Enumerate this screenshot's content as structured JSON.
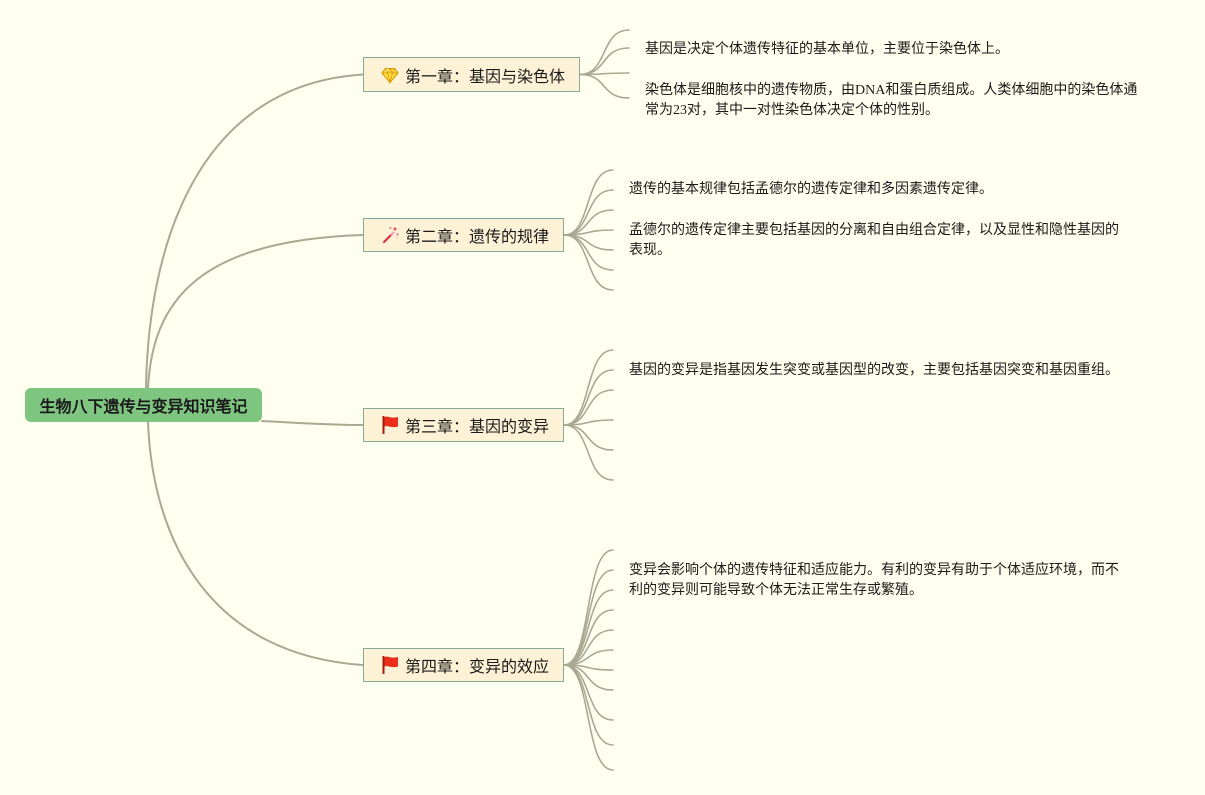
{
  "colors": {
    "background": "#fffff0",
    "root_fill": "#7ec580",
    "topic_fill": "#fdf2d5",
    "topic_border": "#86a99a",
    "connector": "#aaa893",
    "text": "#1a1a1a"
  },
  "root": {
    "label": "生物八下遗传与变异知识笔记"
  },
  "chapters": [
    {
      "label": "第一章：基因与染色体",
      "icon": "gem-icon",
      "notes": [
        "基因是决定个体遗传特征的基本单位，主要位于染色体上。",
        "染色体是细胞核中的遗传物质，由DNA和蛋白质组成。人类体细胞中的染色体通常为23对，其中一对性染色体决定个体的性别。"
      ]
    },
    {
      "label": "第二章：遗传的规律",
      "icon": "magic-wand-icon",
      "notes": [
        "遗传的基本规律包括孟德尔的遗传定律和多因素遗传定律。",
        "孟德尔的遗传定律主要包括基因的分离和自由组合定律，以及显性和隐性基因的表现。"
      ]
    },
    {
      "label": "第三章：基因的变异",
      "icon": "red-flag-icon",
      "notes": [
        "基因的变异是指基因发生突变或基因型的改变，主要包括基因突变和基因重组。"
      ]
    },
    {
      "label": "第四章：变异的效应",
      "icon": "red-flag-icon",
      "notes": [
        "变异会影响个体的遗传特征和适应能力。有利的变异有助于个体适应环境，而不利的变异则可能导致个体无法正常生存或繁殖。"
      ]
    }
  ]
}
